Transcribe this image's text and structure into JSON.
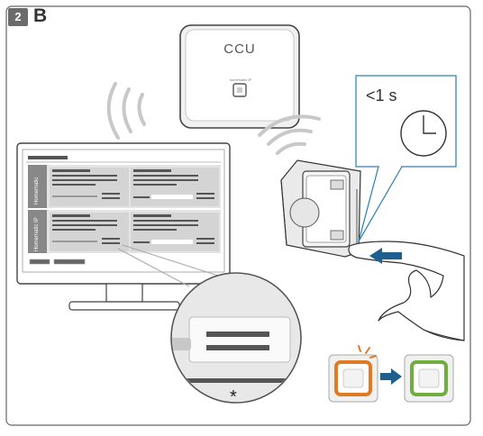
{
  "step": {
    "number": "2",
    "letter": "B"
  },
  "ccu": {
    "label": "CCU",
    "brand": "homematic IP"
  },
  "timer": {
    "label": "<1 s"
  },
  "screen": {
    "panel_labels": [
      "Homematic",
      "Homematic IP"
    ]
  },
  "zoom": {
    "footnote": "*"
  },
  "colors": {
    "frame": "#555555",
    "accent_blue": "#2a7bb5",
    "led_orange": "#e07b25",
    "led_green": "#6fae3f",
    "arrow_blue": "#1f5f8f"
  }
}
